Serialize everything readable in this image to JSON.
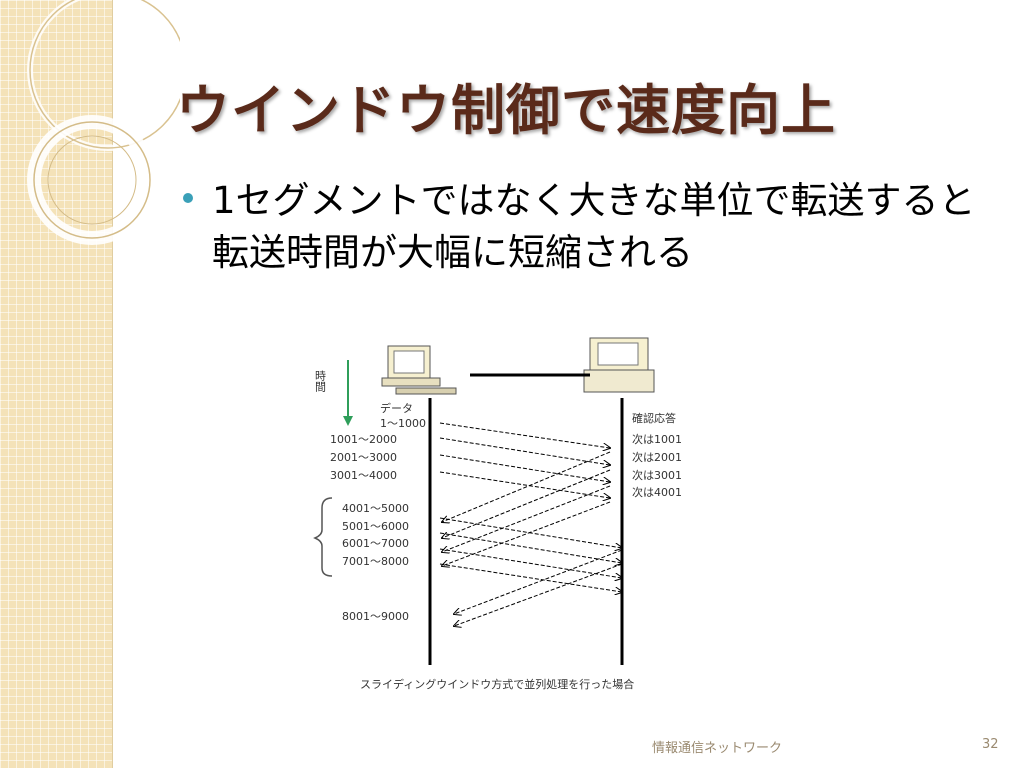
{
  "slide": {
    "title": "ウインドウ制御で速度向上",
    "bullet": "1セグメントではなく大きな単位で転送すると転送時間が大幅に短縮される",
    "footer_title": "情報通信ネットワーク",
    "page_number": "32"
  },
  "diagram": {
    "time_label": "時間",
    "data_label": "データ",
    "ack_label": "確認応答",
    "caption": "スライディングウインドウ方式で並列処理を行った場合",
    "segments": [
      "1～1000",
      "1001～2000",
      "2001～3000",
      "3001～4000",
      "4001～5000",
      "5001～6000",
      "6001～7000",
      "7001～8000",
      "8001～9000"
    ],
    "acks": [
      "次は1001",
      "次は2001",
      "次は3001",
      "次は4001"
    ]
  },
  "colors": {
    "title": "#5a2a1a",
    "bullet_dot": "#3aa0b8",
    "strip": "#f4e2b8",
    "time_arrow": "#2f9e5a"
  }
}
